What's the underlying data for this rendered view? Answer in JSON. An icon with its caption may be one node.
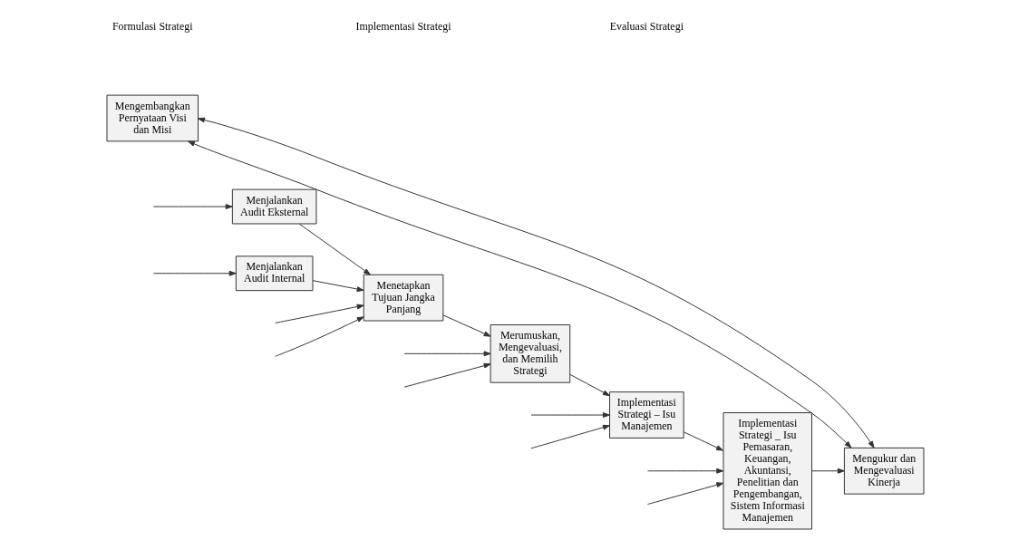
{
  "diagram": {
    "nodes": [
      {
        "text": [
          "Mengembangkan Pernyataan Visi dan Misi"
        ]
      },
      {
        "text": [
          "Menjalankan Audit Eksternal"
        ]
      },
      {
        "text": [
          "Menjalankan Audit Internal"
        ]
      },
      {
        "text": [
          "Menetapkan Tujuan Jangka Panjang"
        ]
      },
      {
        "text": [
          "Merumuskan, Mengevaluasi, dan Memilih Strategi"
        ]
      },
      {
        "text": [
          "Implementasi Strategi – Isu Manajemen"
        ]
      },
      {
        "text": [
          "Implementasi Strategi _ Isu Pemasaran, Keuangan, Akuntansi, Penelitian dan Pengembangan, Sistem Informasi Manajemen"
        ]
      },
      {
        "text": [
          "Mengukur dan Mengevaluasi Kinerja"
        ]
      }
    ],
    "edges": [
      {
        "from": 1,
        "to": 3,
        "arrow": "to"
      },
      {
        "from": 2,
        "to": 3,
        "arrow": "to"
      },
      {
        "from": 3,
        "to": 4,
        "arrow": "to"
      },
      {
        "from": 4,
        "to": 5,
        "arrow": "to"
      },
      {
        "from": 5,
        "to": 6,
        "arrow": "to"
      },
      {
        "from": 6,
        "to": 7,
        "arrow": "to"
      },
      {
        "from": 0,
        "to": 7,
        "arrow": "both"
      },
      {
        "from": 0,
        "to": 7,
        "arrow": "both"
      },
      {
        "from": null,
        "to": 1,
        "arrow": "to"
      },
      {
        "from": null,
        "to": 3,
        "arrow": "to"
      },
      {
        "from": null,
        "to": 4,
        "arrow": "to"
      },
      {
        "from": null,
        "to": 5,
        "arrow": "to"
      },
      {
        "from": null,
        "to": 6,
        "arrow": "to"
      },
      {
        "from": null,
        "to": 2,
        "arrow": "to"
      },
      {
        "from": null,
        "to": 3,
        "arrow": "to"
      },
      {
        "from": null,
        "to": 4,
        "arrow": "to"
      },
      {
        "from": null,
        "to": 5,
        "arrow": "to"
      },
      {
        "from": null,
        "to": 6,
        "arrow": "to"
      }
    ],
    "labels": [
      "Formulasi Strategi",
      "Implementasi Strategi",
      "Evaluasi Strategi"
    ]
  }
}
